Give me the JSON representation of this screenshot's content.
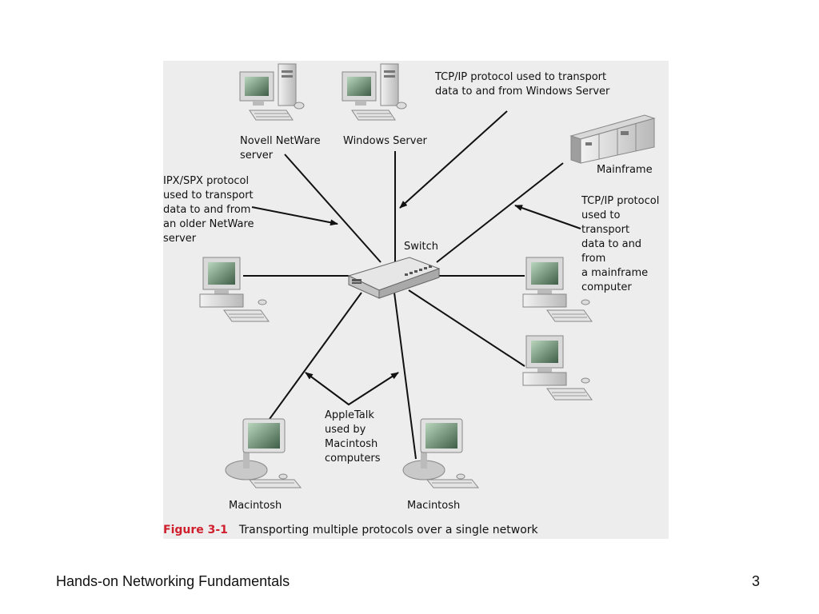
{
  "figure": {
    "caption_number": "Figure 3-1",
    "caption_text": "Transporting multiple protocols over a single network",
    "colors": {
      "accent": "#d0202e",
      "panel": "#ededed",
      "line": "#111111"
    }
  },
  "nodes": {
    "switch": "Switch",
    "novell_server": "Novell NetWare\nserver",
    "windows_server": "Windows Server",
    "mainframe": "Mainframe",
    "macintosh_left": "Macintosh",
    "macintosh_right": "Macintosh"
  },
  "annotations": {
    "tcpip_windows": "TCP/IP protocol used to transport\ndata to and from Windows Server",
    "ipxspx": "IPX/SPX protocol\nused to transport\ndata to and from\nan older NetWare\nserver",
    "tcpip_mainframe": "TCP/IP protocol\nused to transport\ndata to and from\na mainframe\ncomputer",
    "appletalk": "AppleTalk\nused by\nMacintosh\ncomputers"
  },
  "footer": {
    "title": "Hands-on Networking Fundamentals",
    "page_number": "3"
  }
}
